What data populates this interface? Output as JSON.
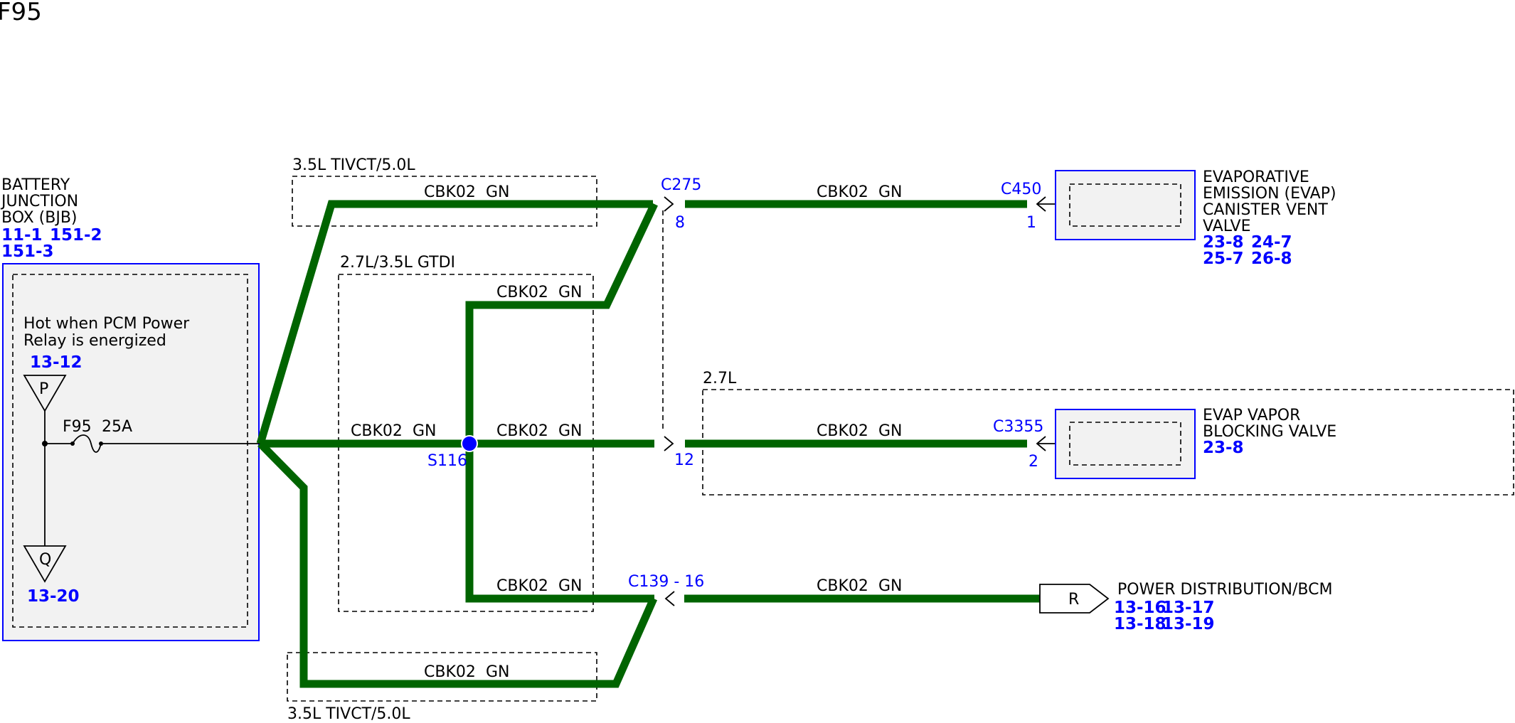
{
  "diagram_title": "F95",
  "bjb": {
    "name_lines": [
      "BATTERY",
      "JUNCTION",
      "BOX (BJB)"
    ],
    "refs_line1": [
      "11-1",
      "151-2"
    ],
    "refs_line2": [
      "151-3"
    ],
    "note_lines": [
      "Hot when PCM Power",
      "Relay is energized"
    ],
    "p_ref": "13-12",
    "p_label": "P",
    "fuse_label": "F95",
    "fuse_rating": "25A",
    "q_label": "Q",
    "q_ref": "13-20"
  },
  "regions": {
    "top": "3.5L TIVCT/5.0L",
    "middle": "2.7L/3.5L GTDI",
    "evap": "2.7L",
    "bottom": "3.5L TIVCT/5.0L"
  },
  "wire_code": "CBK02",
  "wire_color": "GN",
  "splice": "S116",
  "connectors": {
    "c275": "C275",
    "c275_pin_top": "8",
    "c275_pin_mid": "12",
    "c450": "C450",
    "c450_pin": "1",
    "c3355": "C3355",
    "c3355_pin": "2",
    "c139": "C139 - 16"
  },
  "components": {
    "evap_canister": {
      "name_lines": [
        "EVAPORATIVE",
        "EMISSION (EVAP)",
        "CANISTER VENT",
        "VALVE"
      ],
      "refs_line1": [
        "23-8",
        "24-7"
      ],
      "refs_line2": [
        "25-7",
        "26-8"
      ]
    },
    "evap_blocking": {
      "name_lines": [
        "EVAP VAPOR",
        "BLOCKING VALVE"
      ],
      "refs_line1": [
        "23-8"
      ]
    },
    "power_distribution": {
      "name": "POWER DISTRIBUTION/BCM",
      "ref_label": "R",
      "refs_line1": [
        "13-16",
        "13-17"
      ],
      "refs_line2": [
        "13-18",
        "13-19"
      ]
    }
  },
  "colors": {
    "wire": "#006400",
    "reference": "#0000ff",
    "component_fill": "#f2f2f2"
  }
}
